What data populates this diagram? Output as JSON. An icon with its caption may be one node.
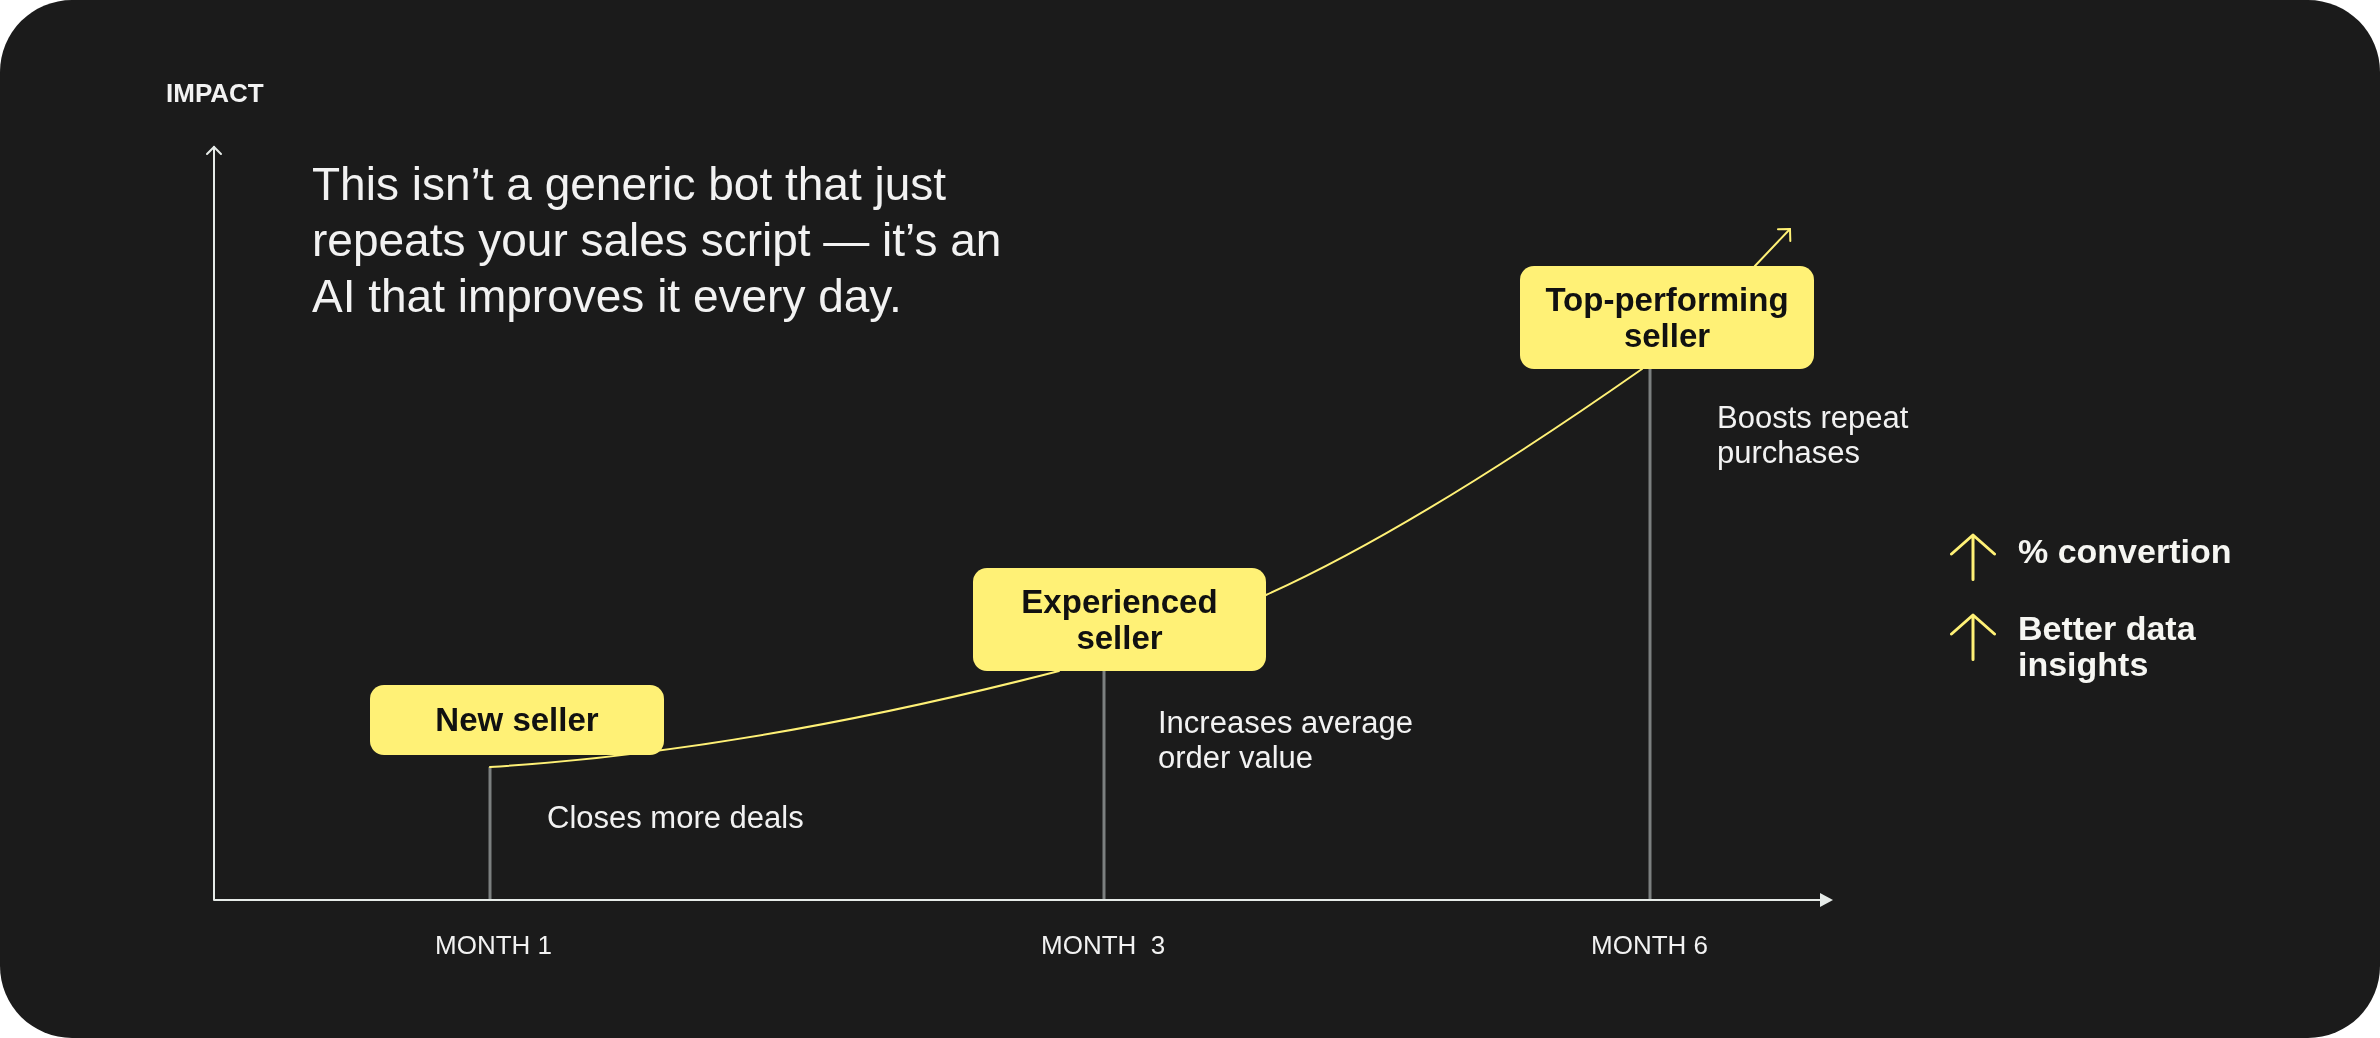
{
  "diagram": {
    "title": "This isn’t a generic bot that just repeats your sales script — it’s an AI that improves it every day.",
    "nodes": [
      {
        "text": [
          "New seller"
        ],
        "beside": [
          "Closes more deals"
        ]
      },
      {
        "text": [
          "Experienced seller"
        ],
        "beside": [
          "Increases average order value"
        ]
      },
      {
        "text": [
          "Top-performing seller"
        ],
        "beside": [
          "Boosts repeat purchases"
        ]
      }
    ],
    "edges": [
      {
        "from": 0,
        "to": 1,
        "arrow": "none"
      },
      {
        "from": 1,
        "to": 2,
        "arrow": "none"
      },
      {
        "from": 2,
        "to": null,
        "arrow": "to"
      }
    ],
    "labels": [
      "IMPACT",
      "% convertion",
      "Better data insights",
      "MONTH 1",
      "MONTH  3",
      "MONTH 6"
    ]
  }
}
